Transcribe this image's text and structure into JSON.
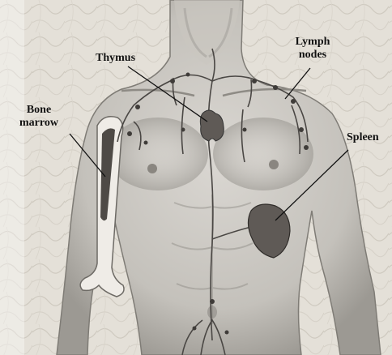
{
  "figure": {
    "labels": {
      "thymus": "Thymus",
      "lymph_line1": "Lymph",
      "lymph_line2": "nodes",
      "bone_line1": "Bone",
      "bone_line2": "marrow",
      "spleen": "Spleen"
    },
    "colors": {
      "background_left": "#e6e2da",
      "skin_light": "#d9d6d0",
      "skin_mid": "#b9b6b0",
      "skin_dark": "#8c8983",
      "organ": "#5f5a56",
      "vessel": "#4a4744",
      "bone": "#eeebe6"
    }
  }
}
